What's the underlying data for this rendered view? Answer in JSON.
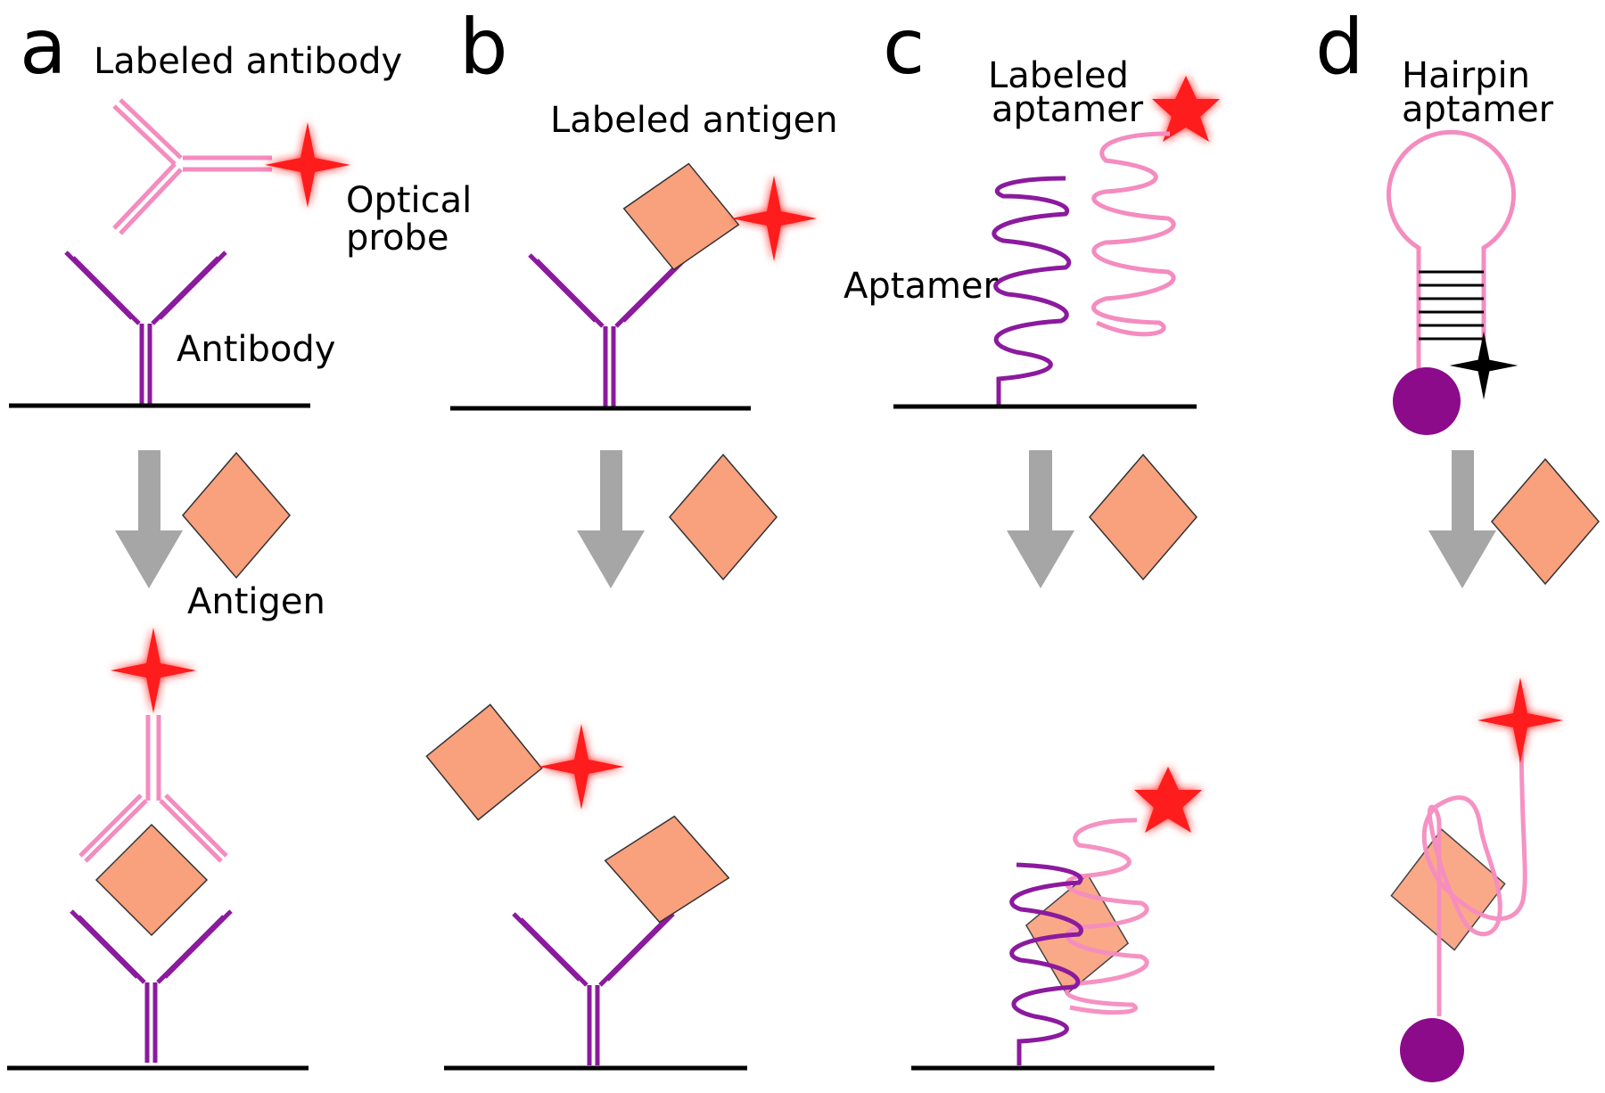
{
  "panels": {
    "a": {
      "letter": "a",
      "labeled_antibody": "Labeled antibody",
      "optical_probe_line1": "Optical",
      "optical_probe_line2": "probe",
      "antibody": "Antibody",
      "antigen": "Antigen"
    },
    "b": {
      "letter": "b",
      "labeled_antigen": "Labeled antigen"
    },
    "c": {
      "letter": "c",
      "labeled_aptamer_line1": "Labeled",
      "labeled_aptamer_line2": "aptamer",
      "aptamer": "Aptamer"
    },
    "d": {
      "letter": "d",
      "hairpin_aptamer_line1": "Hairpin",
      "hairpin_aptamer_line2": "aptamer"
    }
  },
  "colors": {
    "antibody": "#8B1A9E",
    "labeled": "#F48CC0",
    "antigen": "#F9A07C",
    "probe": "#FF1A1A",
    "arrow": "#A6A6A6",
    "surface": "#000000",
    "quencher": "#8B0B8B"
  }
}
